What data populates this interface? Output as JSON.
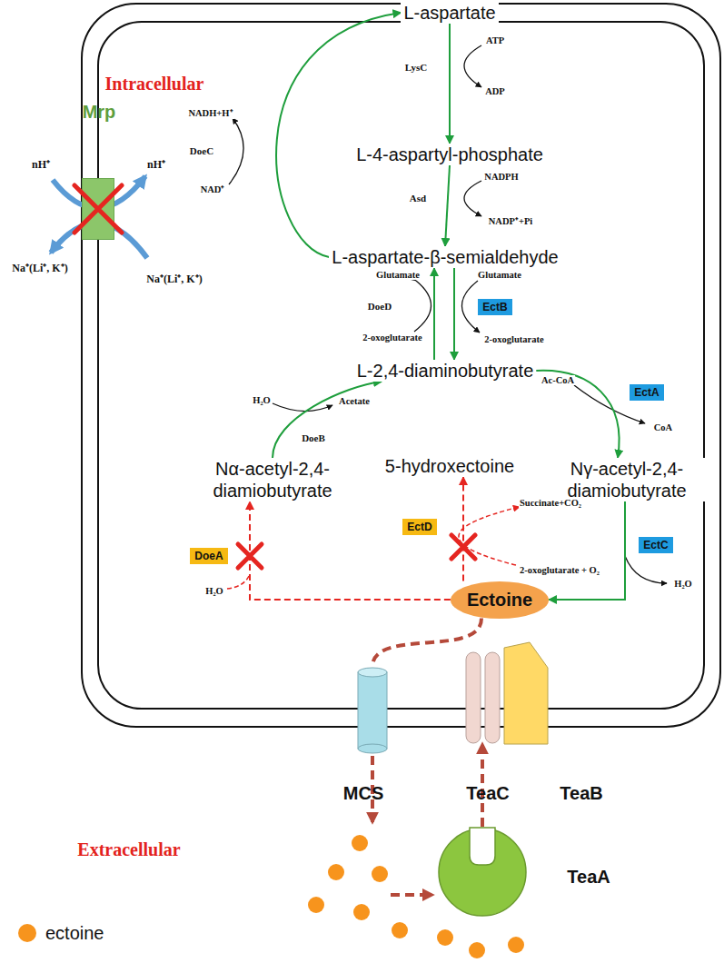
{
  "diagram": {
    "nodes": [
      {
        "text": [
          "L-aspartate"
        ]
      },
      {
        "text": [
          "L-4-aspartyl-phosphate"
        ]
      },
      {
        "text": [
          "L-aspartate-β-semialdehyde"
        ]
      },
      {
        "text": [
          "L-2,4-diaminobutyrate"
        ]
      },
      {
        "text": [
          "Nα-acetyl-2,4-diamiobutyrate"
        ]
      },
      {
        "text": [
          "5-hydroxectoine"
        ]
      },
      {
        "text": [
          "Nγ-acetyl-2,4-diamiobutyrate"
        ]
      },
      {
        "text": [
          "EctB"
        ]
      },
      {
        "text": [
          "EctA"
        ]
      },
      {
        "text": [
          "EctC"
        ]
      },
      {
        "text": [
          "DoeA"
        ]
      },
      {
        "text": [
          "EctD"
        ]
      },
      {
        "text": [
          "Ectoine"
        ]
      },
      {
        "text": [
          "Mrp"
        ]
      },
      {
        "text": [
          "MCS"
        ]
      },
      {
        "text": [
          "TeaC"
        ]
      },
      {
        "text": [
          "TeaB"
        ]
      },
      {
        "text": [
          "TeaA"
        ]
      }
    ],
    "edges": [
      {
        "from": 0,
        "to": 1,
        "arrow": "to",
        "label": "LysC"
      },
      {
        "from": 1,
        "to": 2,
        "arrow": "to",
        "label": "Asd"
      },
      {
        "from": 2,
        "to": 0,
        "arrow": "to",
        "label": "DoeC"
      },
      {
        "from": 3,
        "to": 2,
        "arrow": "to",
        "label": "DoeD"
      },
      {
        "from": 2,
        "to": 3,
        "arrow": "to"
      },
      {
        "from": 3,
        "to": 6,
        "arrow": "to"
      },
      {
        "from": 6,
        "to": 12,
        "arrow": "to"
      },
      {
        "from": 12,
        "to": 4,
        "arrow": "to"
      },
      {
        "from": 12,
        "to": 5,
        "arrow": "to"
      },
      {
        "from": 4,
        "to": 3,
        "arrow": "to",
        "label": "DoeB"
      },
      {
        "from": 12,
        "to": 14,
        "arrow": "none"
      },
      {
        "from": 17,
        "to": 15,
        "arrow": "to"
      }
    ],
    "labels": [
      "Intracellular",
      "Extracellular",
      "ATP",
      "ADP",
      "NADPH",
      "NADP⁺+Pi",
      "NADH+H⁺",
      "NAD⁺",
      "Glutamate",
      "2-oxoglutarate",
      "Glutamate",
      "2-oxoglutarate",
      "Acetate",
      "H₂O",
      "Ac-CoA",
      "CoA",
      "Succinate+CO₂",
      "2-oxoglutarate + O₂",
      "H₂O",
      "H₂O",
      "nH⁺",
      "nH⁺",
      "Na⁺(Li⁺, K⁺)",
      "Na⁺(Li⁺, K⁺)"
    ],
    "legend": [
      {
        "text": "ectoine",
        "color": "#f7941d"
      }
    ]
  }
}
